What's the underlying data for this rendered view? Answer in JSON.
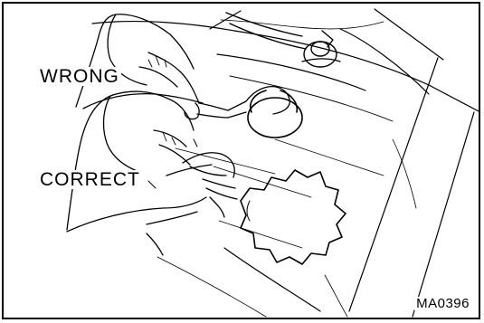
{
  "labels": {
    "wrong": "WRONG",
    "correct": "CORRECT"
  },
  "figure_code": "MA0396",
  "colors": {
    "line": "#000000",
    "background": "#ffffff"
  }
}
